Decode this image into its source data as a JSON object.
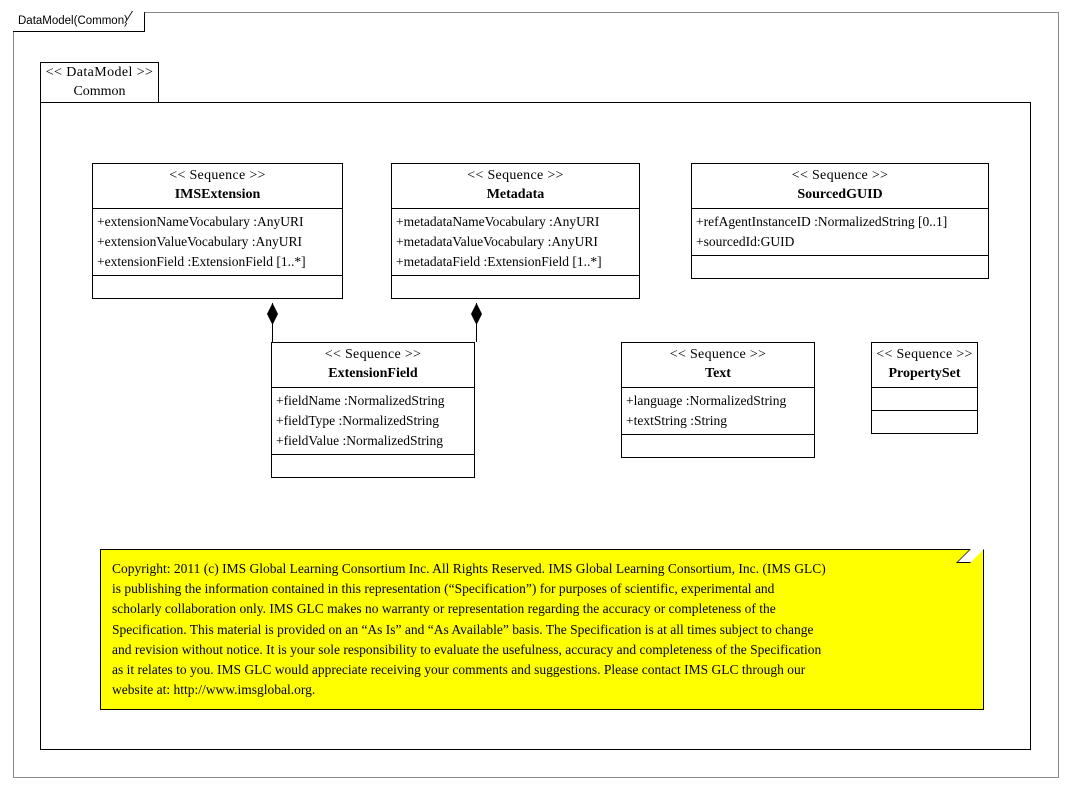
{
  "frame": {
    "label": "DataModel(Common)"
  },
  "package": {
    "stereotype": "<< DataModel >>",
    "name": "Common"
  },
  "classes": [
    {
      "id": "imsextension",
      "stereotype": "<< Sequence >>",
      "name": "IMSExtension",
      "attributes": [
        "+extensionNameVocabulary   :AnyURI",
        "+extensionValueVocabulary   :AnyURI",
        "+extensionField  :ExtensionField  [1..*]"
      ],
      "operations": []
    },
    {
      "id": "metadata",
      "stereotype": "<< Sequence >>",
      "name": "Metadata",
      "attributes": [
        "+metadataNameVocabulary  :AnyURI",
        "+metadataValueVocabulary   :AnyURI",
        "+metadataField :ExtensionField  [1..*]"
      ],
      "operations": []
    },
    {
      "id": "sourcedguid",
      "stereotype": "<< Sequence >>",
      "name": "SourcedGUID",
      "attributes": [
        "+refAgentInstanceID  :NormalizedString  [0..1]",
        "+sourcedId:GUID"
      ],
      "operations": []
    },
    {
      "id": "extensionfield",
      "stereotype": "<< Sequence >>",
      "name": "ExtensionField",
      "attributes": [
        "+fieldName  :NormalizedString",
        "+fieldType  :NormalizedString",
        "+fieldValue  :NormalizedString"
      ],
      "operations": []
    },
    {
      "id": "text",
      "stereotype": "<< Sequence >>",
      "name": "Text",
      "attributes": [
        "+language  :NormalizedString",
        "+textString  :String"
      ],
      "operations": []
    },
    {
      "id": "propertyset",
      "stereotype": "<< Sequence >>",
      "name": "PropertySet",
      "attributes": [],
      "operations": []
    }
  ],
  "connectors": [
    {
      "id": "conn1",
      "type": "composition",
      "from": "IMSExtension",
      "to": "ExtensionField"
    },
    {
      "id": "conn2",
      "type": "composition",
      "from": "Metadata",
      "to": "ExtensionField"
    }
  ],
  "note": {
    "background": "#ffff00",
    "lines": [
      "Copyright: 2011 (c) IMS Global Learning Consortium Inc.  All Rights Reserved.  IMS Global Learning Consortium, Inc. (IMS GLC)",
      "is publishing the information contained in this representation (“Specification”) for purposes of scientific, experimental and",
      "scholarly collaboration only.  IMS GLC makes no warranty or representation regarding  the accuracy or completeness of the",
      "Specification.  This material is provided on an “As Is” and “As Available” basis.  The Specification is at all times subject to change",
      "and revision without notice.  It is your sole responsibility to evaluate the usefulness, accuracy and completeness of the Specification",
      "as it relates to you.  IMS GLC would appreciate receiving your comments and suggestions.  Please contact IMS GLC through our",
      "website at: http://www.imsglobal.org."
    ]
  }
}
